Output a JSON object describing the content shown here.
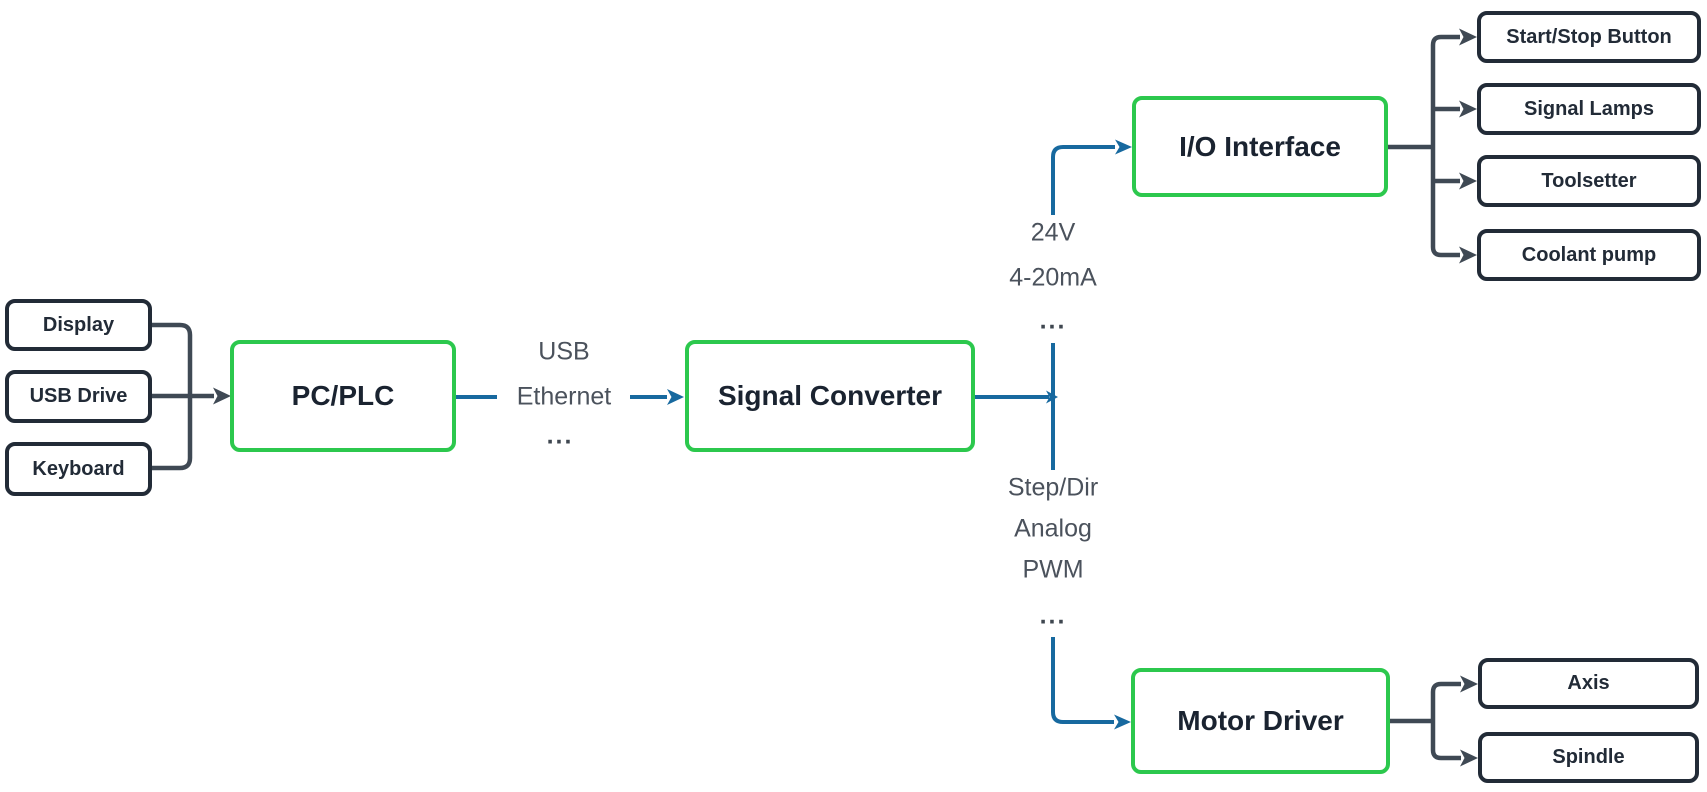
{
  "diagram": {
    "type": "flowchart",
    "direction": "left-to-right",
    "colors": {
      "background": "#ffffff",
      "node_border_dark": "#222b37",
      "node_border_green": "#2cc84d",
      "edge_dark": "#3f4954",
      "edge_blue": "#17699f",
      "node_text": "#1a2330",
      "edge_label_text": "#4b525c"
    },
    "nodes": {
      "display": "Display",
      "usb_drive": "USB Drive",
      "keyboard": "Keyboard",
      "pc_plc": "PC/PLC",
      "signal_converter": "Signal Converter",
      "io_interface": "I/O Interface",
      "motor_driver": "Motor Driver",
      "start_stop_button": "Start/Stop Button",
      "signal_lamps": "Signal Lamps",
      "toolsetter": "Toolsetter",
      "coolant_pump": "Coolant pump",
      "axis": "Axis",
      "spindle": "Spindle"
    },
    "edge_labels": {
      "pc_to_converter": {
        "lines": [
          "USB",
          "Ethernet",
          "..."
        ]
      },
      "converter_to_io": {
        "lines": [
          "24V",
          "4-20mA",
          "..."
        ]
      },
      "converter_to_motor": {
        "lines": [
          "Step/Dir",
          "Analog",
          "PWM",
          "..."
        ]
      }
    },
    "edges": [
      {
        "from": "Display",
        "to": "PC/PLC"
      },
      {
        "from": "USB Drive",
        "to": "PC/PLC"
      },
      {
        "from": "Keyboard",
        "to": "PC/PLC"
      },
      {
        "from": "PC/PLC",
        "to": "Signal Converter",
        "label": "USB / Ethernet / ..."
      },
      {
        "from": "Signal Converter",
        "to": "I/O Interface",
        "label": "24V / 4-20mA / ..."
      },
      {
        "from": "Signal Converter",
        "to": "Motor Driver",
        "label": "Step/Dir / Analog / PWM / ..."
      },
      {
        "from": "I/O Interface",
        "to": "Start/Stop Button"
      },
      {
        "from": "I/O Interface",
        "to": "Signal Lamps"
      },
      {
        "from": "I/O Interface",
        "to": "Toolsetter"
      },
      {
        "from": "I/O Interface",
        "to": "Coolant pump"
      },
      {
        "from": "Motor Driver",
        "to": "Axis"
      },
      {
        "from": "Motor Driver",
        "to": "Spindle"
      }
    ]
  }
}
